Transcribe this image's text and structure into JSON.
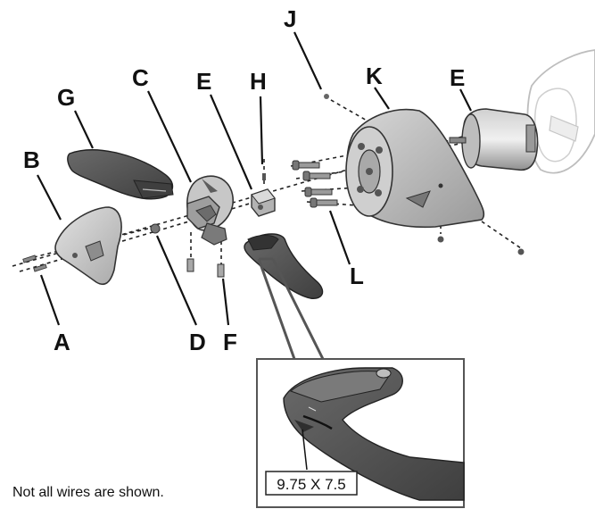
{
  "labels": {
    "A": "A",
    "B": "B",
    "C": "C",
    "D": "D",
    "E1": "E",
    "E2": "E",
    "F": "F",
    "G": "G",
    "H": "H",
    "J": "J",
    "K": "K",
    "L": "L"
  },
  "note": "Not all wires are shown.",
  "inset_size_label": "9.75 X 7.5",
  "colors": {
    "part_light": "#c9c9c9",
    "part_mid": "#9d9d9d",
    "part_dark": "#4f4f4f",
    "blade": "#555555",
    "line": "#111111"
  }
}
